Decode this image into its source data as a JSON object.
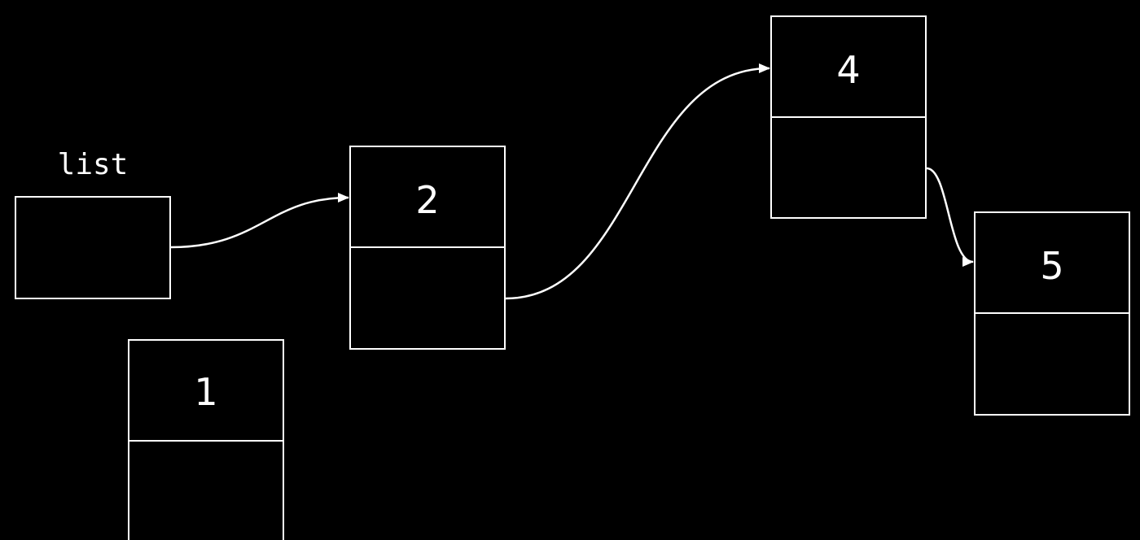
{
  "variable": {
    "label": "list"
  },
  "nodes": [
    {
      "id": "node-1",
      "value": "1"
    },
    {
      "id": "node-2",
      "value": "2"
    },
    {
      "id": "node-4",
      "value": "4"
    },
    {
      "id": "node-5",
      "value": "5"
    }
  ],
  "links": [
    {
      "from": "list",
      "to": "node-2"
    },
    {
      "from": "node-2",
      "to": "node-4"
    },
    {
      "from": "node-4",
      "to": "node-5"
    }
  ],
  "colors": {
    "background": "#000000",
    "stroke": "#ffffff",
    "text": "#ffffff"
  }
}
